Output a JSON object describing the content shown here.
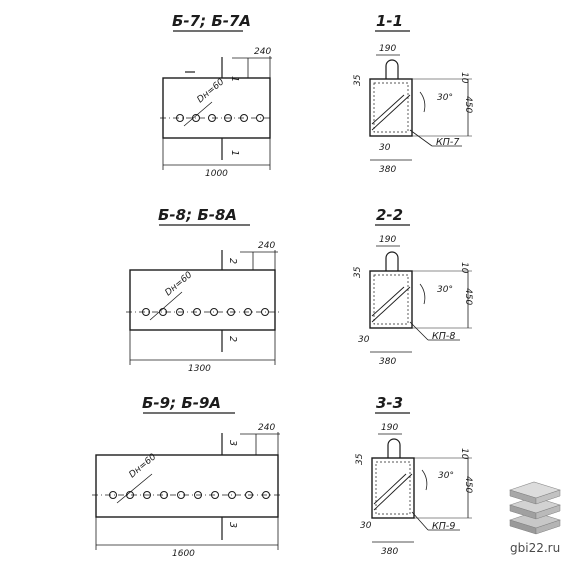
{
  "watermark": {
    "text": "gbi22.ru",
    "icon": "stacked-slabs-logo"
  },
  "drawings": [
    {
      "elevation_title": "Б-7; Б-7А",
      "section_title": "1-1",
      "section_mark": "1",
      "length_dim": "1000",
      "edge_dim": "240",
      "hole_label": "Dн=60",
      "holes": 6,
      "section": {
        "top": "190",
        "cover": "35",
        "side": "10",
        "height": "450",
        "angle": "30°",
        "base_off": "30",
        "width": "380",
        "frame": "КП-7"
      }
    },
    {
      "elevation_title": "Б-8; Б-8А",
      "section_title": "2-2",
      "section_mark": "2",
      "length_dim": "1300",
      "edge_dim": "240",
      "hole_label": "Dн=60",
      "holes": 8,
      "section": {
        "top": "190",
        "cover": "35",
        "side": "10",
        "height": "450",
        "angle": "30°",
        "base_off": "30",
        "width": "380",
        "frame": "КП-8"
      }
    },
    {
      "elevation_title": "Б-9; Б-9А",
      "section_title": "3-3",
      "section_mark": "3",
      "length_dim": "1600",
      "edge_dim": "240",
      "hole_label": "Dн=60",
      "holes": 10,
      "section": {
        "top": "190",
        "cover": "35",
        "side": "10",
        "height": "450",
        "angle": "30°",
        "base_off": "30",
        "width": "380",
        "frame": "КП-9"
      }
    }
  ]
}
